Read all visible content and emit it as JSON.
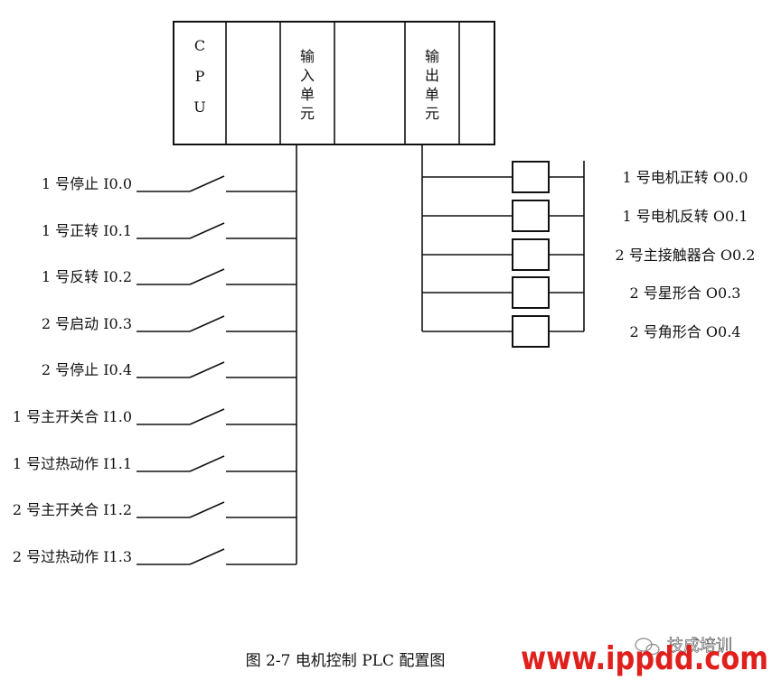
{
  "rack": {
    "modules": [
      {
        "id": "cpu",
        "label": [
          "C",
          "P",
          "U"
        ]
      },
      {
        "id": "slot-1",
        "label": []
      },
      {
        "id": "input-unit",
        "label": [
          "输",
          "入",
          "单",
          "元"
        ]
      },
      {
        "id": "slot-2",
        "label": []
      },
      {
        "id": "output-unit",
        "label": [
          "输",
          "出",
          "单",
          "元"
        ]
      },
      {
        "id": "slot-3",
        "label": []
      }
    ]
  },
  "inputs": [
    {
      "name": "1 号停止",
      "address": "I0.0"
    },
    {
      "name": "1 号正转",
      "address": "I0.1"
    },
    {
      "name": "1 号反转",
      "address": "I0.2"
    },
    {
      "name": "2 号启动",
      "address": "I0.3"
    },
    {
      "name": "2 号停止",
      "address": "I0.4"
    },
    {
      "name": "1 号主开关合",
      "address": "I1.0"
    },
    {
      "name": "1 号过热动作",
      "address": "I1.1"
    },
    {
      "name": "2 号主开关合",
      "address": "I1.2"
    },
    {
      "name": "2 号过热动作",
      "address": "I1.3"
    }
  ],
  "outputs": [
    {
      "name": "1 号电机正转",
      "address": "O0.0"
    },
    {
      "name": "1 号电机反转",
      "address": "O0.1"
    },
    {
      "name": "2 号主接触器合",
      "address": "O0.2"
    },
    {
      "name": "2 号星形合",
      "address": "O0.3"
    },
    {
      "name": "2 号角形合",
      "address": "O0.4"
    }
  ],
  "caption": "图 2-7    电机控制 PLC 配置图",
  "watermark": {
    "channel": "技成培训",
    "url": "www.ippdd.com",
    "url_color": "#e0201c"
  }
}
